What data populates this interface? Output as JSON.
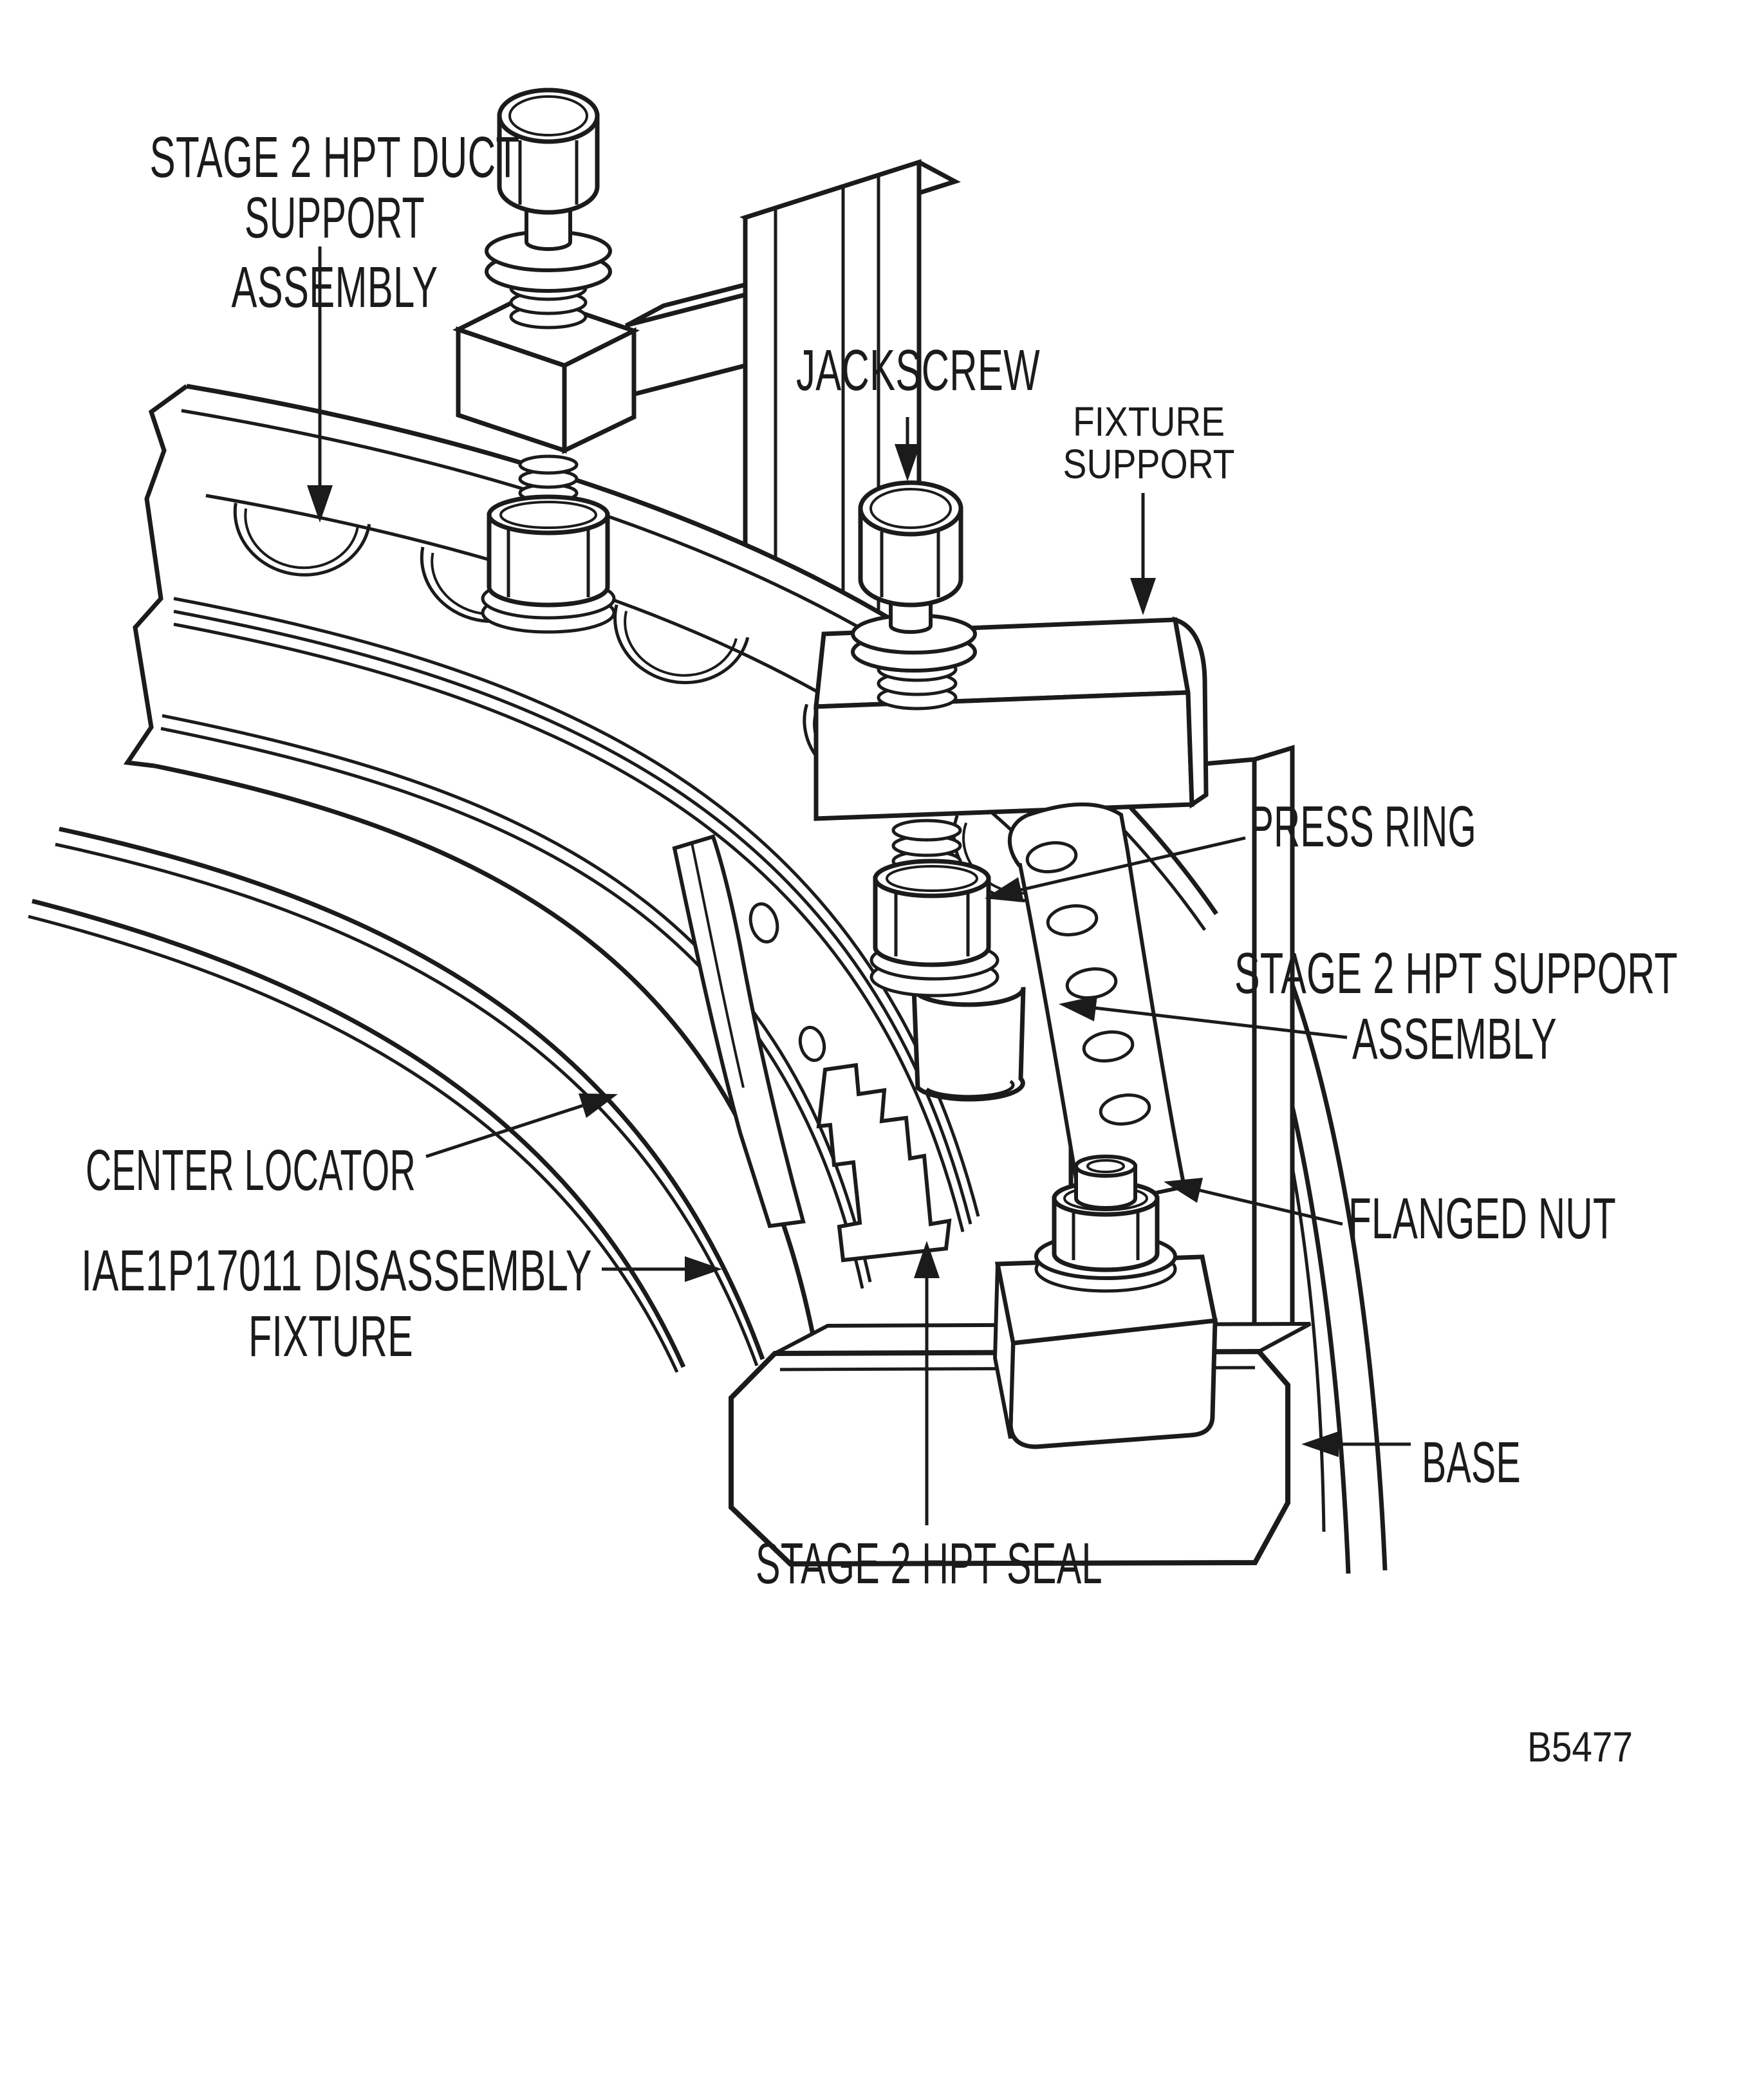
{
  "figure": {
    "background": "#ffffff",
    "line_color": "#1b1b1b",
    "figure_number": "B5477",
    "labels": {
      "duct_support_assembly": {
        "line1": "STAGE 2 HPT DUCT",
        "line2": "SUPPORT",
        "line3": "ASSEMBLY"
      },
      "jackscrew": "JACKSCREW",
      "fixture_support": {
        "line1": "FIXTURE",
        "line2": "SUPPORT"
      },
      "press_ring": "PRESS RING",
      "hpt_support_assembly": {
        "line1": "STAGE 2 HPT SUPPORT",
        "line2": "ASSEMBLY"
      },
      "flanged_nut": "FLANGED NUT",
      "center_locator": "CENTER LOCATOR",
      "disassembly_fixture": {
        "line1": "IAE1P17011 DISASSEMBLY",
        "line2": "FIXTURE"
      },
      "hpt_seal": "STAGE 2 HPT SEAL",
      "base": "BASE"
    }
  }
}
